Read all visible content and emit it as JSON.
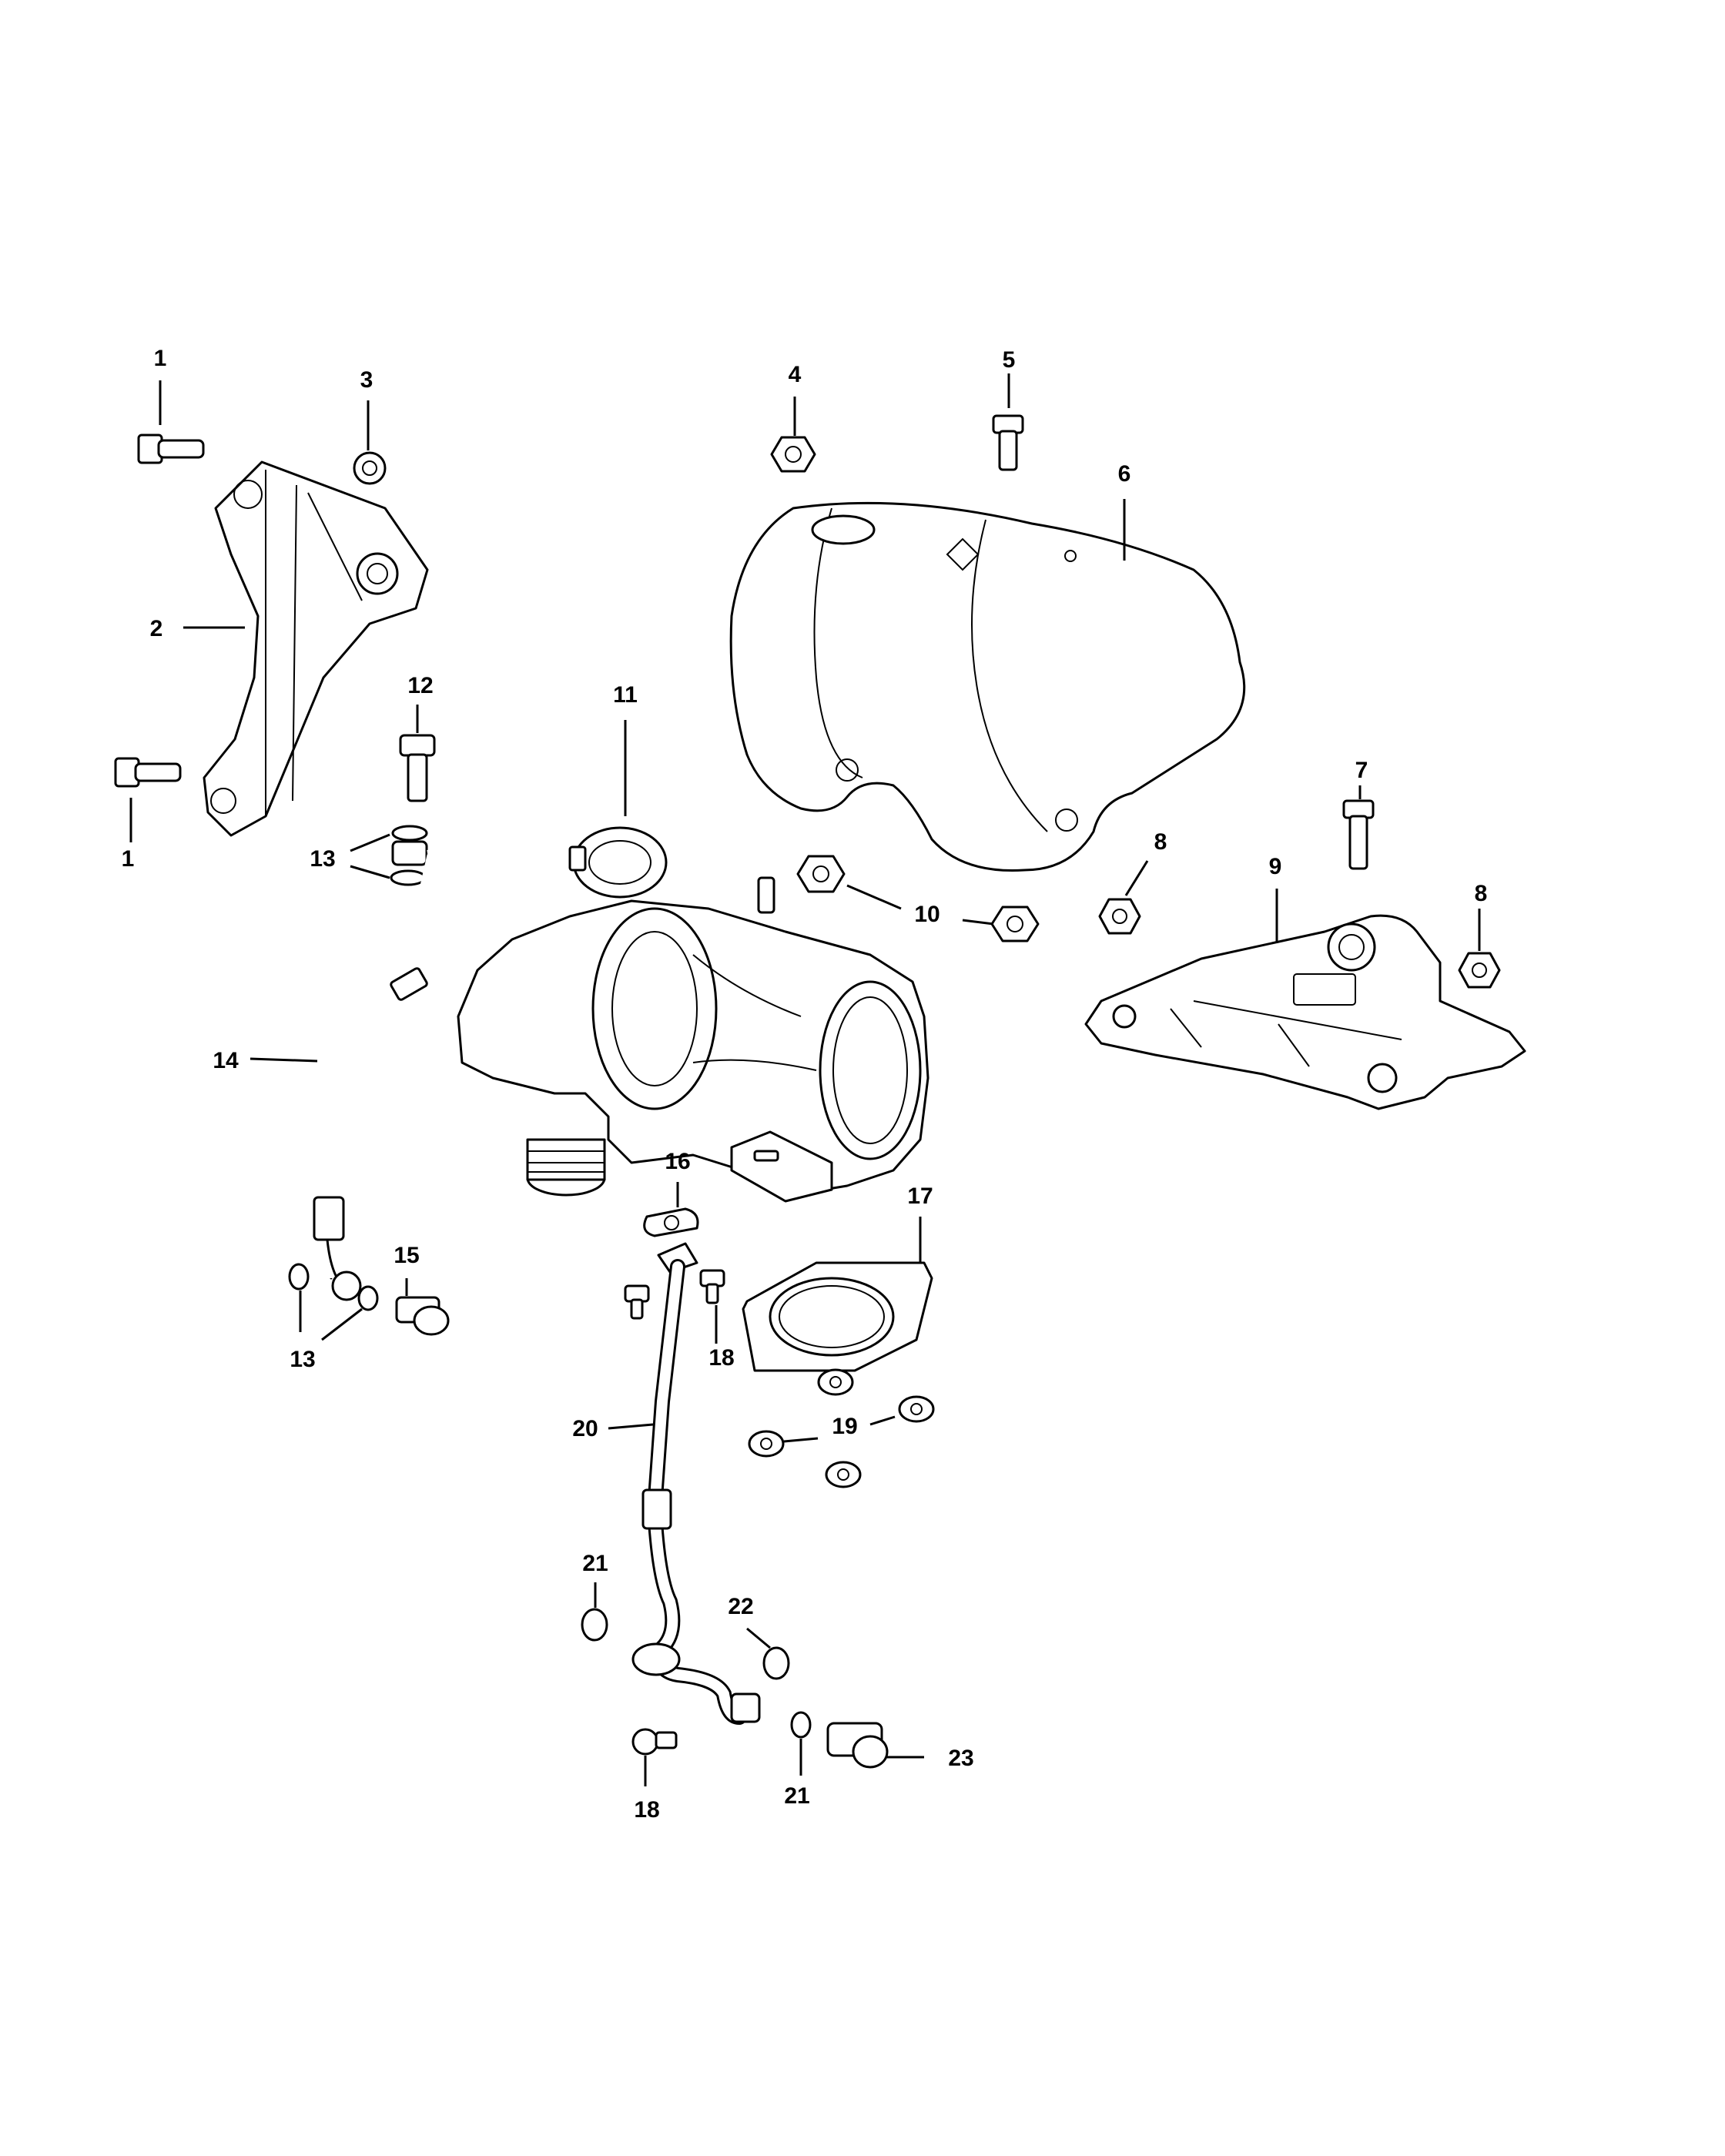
{
  "diagram": {
    "labels": [
      "1",
      "1",
      "2",
      "3",
      "4",
      "5",
      "6",
      "7",
      "8",
      "8",
      "9",
      "10",
      "11",
      "12",
      "13",
      "13",
      "14",
      "15",
      "16",
      "17",
      "18",
      "18",
      "19",
      "20",
      "21",
      "21",
      "22",
      "23"
    ]
  }
}
